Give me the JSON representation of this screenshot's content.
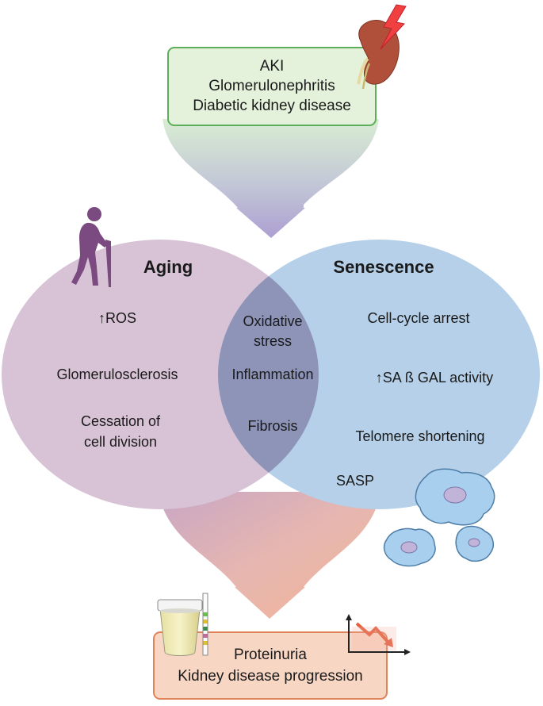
{
  "top_box": {
    "lines": [
      "AKI",
      "Glomerulonephritis",
      "Diabetic kidney disease"
    ]
  },
  "aging": {
    "title": "Aging",
    "items": [
      "↑ROS",
      "Glomerulosclerosis",
      "Cessation of",
      "cell division"
    ]
  },
  "overlap": {
    "items": [
      "Oxidative",
      "stress",
      "Inflammation",
      "Fibrosis"
    ]
  },
  "senescence": {
    "title": "Senescence",
    "items": [
      "Cell-cycle arrest",
      "↑SA ß GAL activity",
      "Telomere shortening",
      "SASP"
    ]
  },
  "bottom_box": {
    "lines": [
      "Proteinuria",
      "Kidney disease progression"
    ]
  },
  "colors": {
    "top_box_fill": "#e4f2dc",
    "top_box_border": "#5cae5a",
    "aging_fill": "#d8c3d6",
    "senescence_fill": "#b5d0e8",
    "overlap_fill": "#8d94b8",
    "bottom_box_fill": "#f8d6c4",
    "bottom_box_border": "#e0825a",
    "person": "#7a4a80",
    "cell_fill": "#a9cfee",
    "kidney": "#b0503a",
    "bolt": "#e0303a"
  },
  "icons": [
    "kidney-icon",
    "lightning-icon",
    "elderly-person-icon",
    "senescent-cell-icon",
    "urine-cup-icon",
    "dipstick-icon",
    "declining-graph-icon"
  ]
}
